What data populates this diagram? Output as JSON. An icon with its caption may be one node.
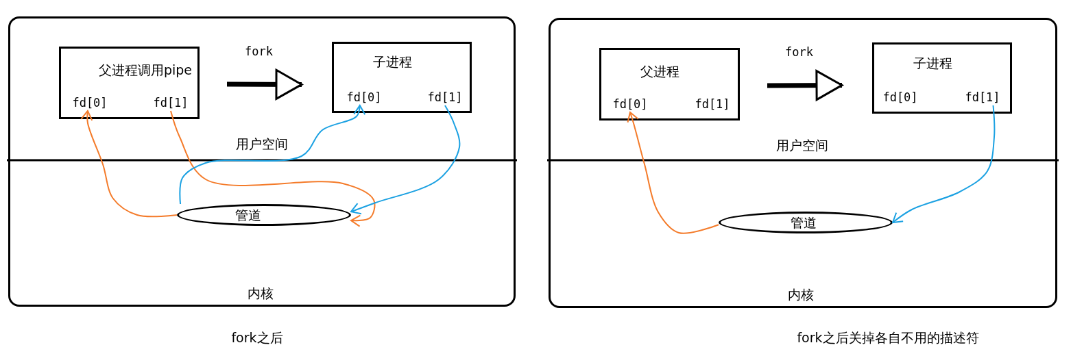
{
  "diagram": {
    "nodes": [
      {
        "text": [
          "用户空间",
          "内核"
        ],
        "beside": [
          "fork之后"
        ]
      },
      {
        "text": [
          "父进程调用pipe"
        ],
        "in": 0
      },
      {
        "text": [
          "fd[0]"
        ],
        "in": 1
      },
      {
        "text": [
          "fd[1]"
        ],
        "in": 1
      },
      {
        "text": [
          "子进程"
        ],
        "in": 0
      },
      {
        "text": [
          "fd[0]"
        ],
        "in": 4
      },
      {
        "text": [
          "fd[1]"
        ],
        "in": 4
      },
      {
        "text": [
          "管道"
        ],
        "in": 0
      },
      {
        "text": [
          "用户空间",
          "内核"
        ],
        "beside": [
          "fork之后关掉各自不用的描述符"
        ]
      },
      {
        "text": [
          "父进程"
        ],
        "in": 8
      },
      {
        "text": [
          "fd[0]"
        ],
        "in": 9
      },
      {
        "text": [
          "fd[1]"
        ],
        "in": 9
      },
      {
        "text": [
          "子进程"
        ],
        "in": 8
      },
      {
        "text": [
          "fd[0]"
        ],
        "in": 12
      },
      {
        "text": [
          "fd[1]"
        ],
        "in": 12
      },
      {
        "text": [
          "管道"
        ],
        "in": 8
      }
    ],
    "edges": [
      {
        "from": 1,
        "to": 4,
        "arrow": "to",
        "label": "fork",
        "style": "thick",
        "color": "#000000"
      },
      {
        "from": 3,
        "to": 7,
        "arrow": "to",
        "color": "#f47b2a"
      },
      {
        "from": 7,
        "to": 2,
        "arrow": "to",
        "color": "#f47b2a"
      },
      {
        "from": 6,
        "to": 7,
        "arrow": "to",
        "color": "#1ba1e2"
      },
      {
        "from": 7,
        "to": 5,
        "arrow": "to",
        "color": "#1ba1e2"
      },
      {
        "from": 9,
        "to": 12,
        "arrow": "to",
        "label": "fork",
        "style": "thick",
        "color": "#000000"
      },
      {
        "from": 15,
        "to": 10,
        "arrow": "to",
        "color": "#f47b2a"
      },
      {
        "from": 14,
        "to": 15,
        "arrow": "to",
        "color": "#1ba1e2"
      }
    ]
  }
}
